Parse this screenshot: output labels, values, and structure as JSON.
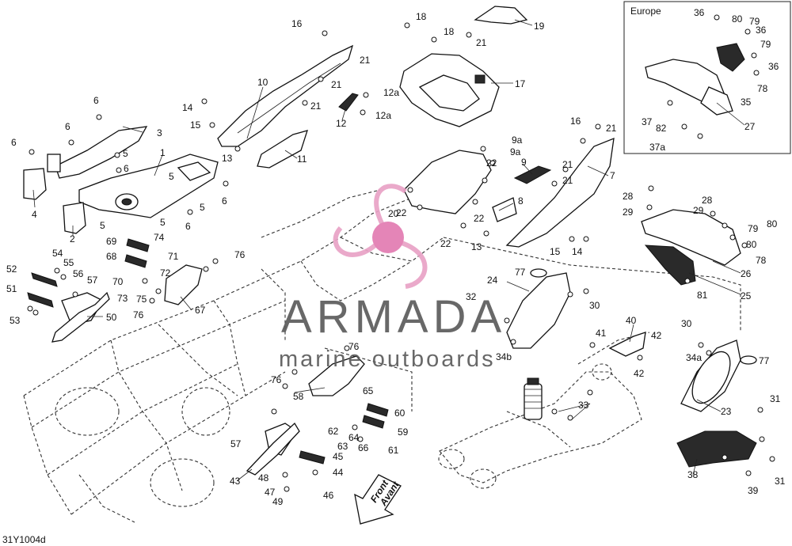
{
  "diagram": {
    "drawing_code": "31Y1004d",
    "inset": {
      "title": "Europe"
    },
    "watermark": {
      "brand": "ARMADA",
      "tagline": "marine outboards",
      "colors": {
        "logo_pink": "#e9a2c6",
        "logo_dot": "#e27bb1",
        "brand_text": "#5c5c5c"
      }
    },
    "front_arrow": {
      "line1": "Front",
      "line2": "Avant"
    },
    "callouts": [
      {
        "n": "1"
      },
      {
        "n": "2"
      },
      {
        "n": "3"
      },
      {
        "n": "4"
      },
      {
        "n": "5"
      },
      {
        "n": "5"
      },
      {
        "n": "5"
      },
      {
        "n": "5"
      },
      {
        "n": "5"
      },
      {
        "n": "6"
      },
      {
        "n": "6"
      },
      {
        "n": "6"
      },
      {
        "n": "6"
      },
      {
        "n": "6"
      },
      {
        "n": "6"
      },
      {
        "n": "7"
      },
      {
        "n": "8"
      },
      {
        "n": "9"
      },
      {
        "n": "9a"
      },
      {
        "n": "9a"
      },
      {
        "n": "10"
      },
      {
        "n": "11"
      },
      {
        "n": "12"
      },
      {
        "n": "12a"
      },
      {
        "n": "12a"
      },
      {
        "n": "13"
      },
      {
        "n": "13"
      },
      {
        "n": "14"
      },
      {
        "n": "14"
      },
      {
        "n": "15"
      },
      {
        "n": "15"
      },
      {
        "n": "16"
      },
      {
        "n": "16"
      },
      {
        "n": "17"
      },
      {
        "n": "18"
      },
      {
        "n": "18"
      },
      {
        "n": "19"
      },
      {
        "n": "20"
      },
      {
        "n": "21"
      },
      {
        "n": "21"
      },
      {
        "n": "21"
      },
      {
        "n": "21"
      },
      {
        "n": "21"
      },
      {
        "n": "21"
      },
      {
        "n": "21"
      },
      {
        "n": "22"
      },
      {
        "n": "22"
      },
      {
        "n": "22"
      },
      {
        "n": "22"
      },
      {
        "n": "23"
      },
      {
        "n": "24"
      },
      {
        "n": "25"
      },
      {
        "n": "26"
      },
      {
        "n": "27"
      },
      {
        "n": "28"
      },
      {
        "n": "28"
      },
      {
        "n": "29"
      },
      {
        "n": "29"
      },
      {
        "n": "30"
      },
      {
        "n": "30"
      },
      {
        "n": "31"
      },
      {
        "n": "31"
      },
      {
        "n": "32"
      },
      {
        "n": "33"
      },
      {
        "n": "34a"
      },
      {
        "n": "34b"
      },
      {
        "n": "35"
      },
      {
        "n": "36"
      },
      {
        "n": "36"
      },
      {
        "n": "36"
      },
      {
        "n": "37"
      },
      {
        "n": "37a"
      },
      {
        "n": "38"
      },
      {
        "n": "39"
      },
      {
        "n": "40"
      },
      {
        "n": "41"
      },
      {
        "n": "42"
      },
      {
        "n": "42"
      },
      {
        "n": "43"
      },
      {
        "n": "44"
      },
      {
        "n": "45"
      },
      {
        "n": "46"
      },
      {
        "n": "47"
      },
      {
        "n": "48"
      },
      {
        "n": "49"
      },
      {
        "n": "50"
      },
      {
        "n": "51"
      },
      {
        "n": "52"
      },
      {
        "n": "53"
      },
      {
        "n": "54"
      },
      {
        "n": "55"
      },
      {
        "n": "56"
      },
      {
        "n": "57"
      },
      {
        "n": "57"
      },
      {
        "n": "58"
      },
      {
        "n": "59"
      },
      {
        "n": "60"
      },
      {
        "n": "61"
      },
      {
        "n": "62"
      },
      {
        "n": "63"
      },
      {
        "n": "64"
      },
      {
        "n": "65"
      },
      {
        "n": "66"
      },
      {
        "n": "67"
      },
      {
        "n": "68"
      },
      {
        "n": "69"
      },
      {
        "n": "70"
      },
      {
        "n": "71"
      },
      {
        "n": "72"
      },
      {
        "n": "73"
      },
      {
        "n": "74"
      },
      {
        "n": "75"
      },
      {
        "n": "76"
      },
      {
        "n": "76"
      },
      {
        "n": "76"
      },
      {
        "n": "76"
      },
      {
        "n": "77"
      },
      {
        "n": "77"
      },
      {
        "n": "78"
      },
      {
        "n": "78"
      },
      {
        "n": "79"
      },
      {
        "n": "79"
      },
      {
        "n": "79"
      },
      {
        "n": "80"
      },
      {
        "n": "80"
      },
      {
        "n": "80"
      },
      {
        "n": "81"
      },
      {
        "n": "82"
      }
    ]
  }
}
